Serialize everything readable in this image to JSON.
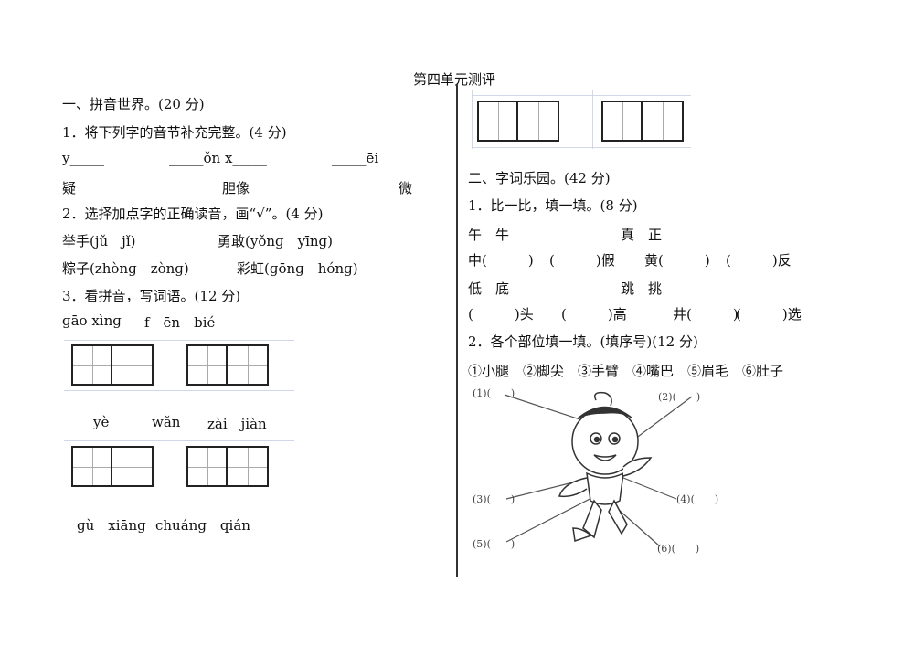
{
  "title": "第四单元测评",
  "left": {
    "sec1": "一、拼音世界。(20 分)",
    "q1": "1．将下列字的音节补充完整。(4 分)",
    "q1_blanks": [
      "y_____",
      "_____ǒn x_____",
      "_____ēi"
    ],
    "q1_chars": [
      "疑",
      "胆像",
      "微"
    ],
    "q2": "2．选择加点字的正确读音，画“√”。(4 分)",
    "q2_rows": [
      [
        "举手(jǔ　jǐ)",
        "勇敢(yǒnɡ　yīnɡ)"
      ],
      [
        "粽子(zhònɡ　zònɡ)",
        "彩虹(ɡōnɡ　hónɡ)"
      ]
    ],
    "q3": "3．看拼音，写词语。(12 分)",
    "pinyin1": [
      "ɡāo xìnɡ",
      "f　ēn　bié"
    ],
    "pinyin2": [
      "yè",
      "wǎn",
      "zài　jiàn"
    ],
    "pinyin3": [
      "ɡù　xiānɡ",
      "chuánɡ　qián"
    ]
  },
  "right": {
    "sec2": "二、字词乐园。(42 分)",
    "q1": "1．比一比，填一填。(8 分)",
    "pair1": [
      "午　牛",
      "真　正"
    ],
    "fill1": [
      "中(　　　)",
      "(　　　)假",
      "黄(　　　)",
      "(　　　)反"
    ],
    "pair2": [
      "低　底",
      "跳　挑"
    ],
    "fill2": [
      "(　　　)头",
      "(　　　)高",
      "井(　　　)",
      "(　　　)选"
    ],
    "q2": "2．各个部位填一填。(填序号)(12 分)",
    "options": "①小腿　②脚尖　③手臂　④嘴巴　⑤眉毛　⑥肚子",
    "labels": [
      "(1)(　　)",
      "(2)(　　)",
      "(3)(　　)",
      "(4)(　　)",
      "(5)(　　)",
      "(6)(　　)"
    ]
  }
}
